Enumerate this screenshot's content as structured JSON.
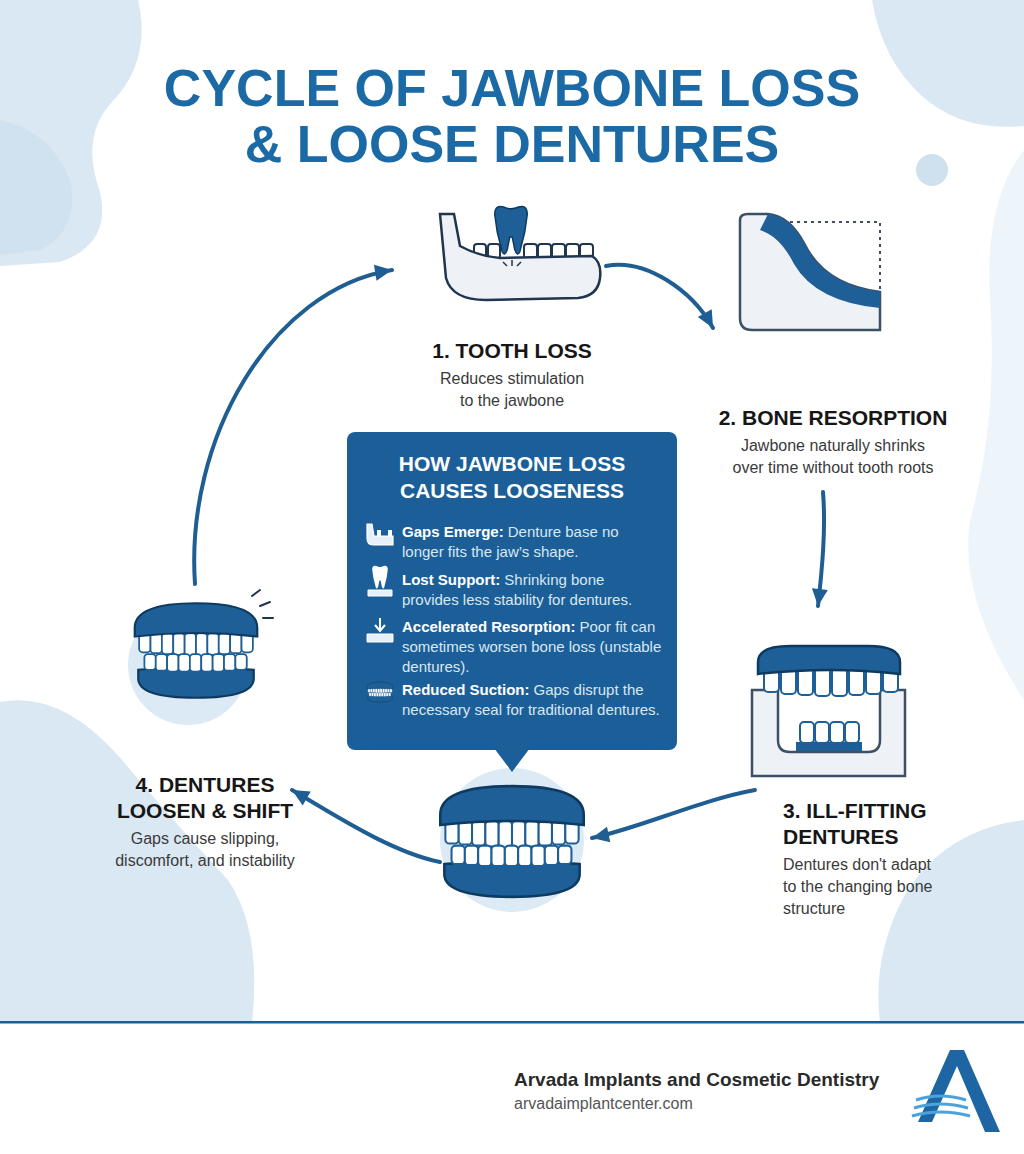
{
  "diagram": {
    "title": "CYCLE OF JAWBONE LOSS & LOOSE DENTURES",
    "nodes": [
      {
        "text": [
          "1. TOOTH LOSS",
          "Reduces stimulation to the jawbone"
        ]
      },
      {
        "text": [
          "2. BONE RESORPTION",
          "Jawbone naturally shrinks over time without tooth roots"
        ]
      },
      {
        "text": [
          "3. ILL-FITTING DENTURES",
          "Dentures don't adapt to the changing bone structure"
        ]
      },
      {
        "text": [
          "4. DENTURES LOOSEN & SHIFT",
          "Gaps cause slipping, discomfort, and instability"
        ]
      },
      {
        "text": [
          "HOW JAWBONE LOSS CAUSES LOOSENESS",
          "Gaps Emerge:",
          "Denture base no longer fits the jaw’s shape.",
          "Lost Support:",
          "Shrinking bone provides less stability for dentures.",
          "Accelerated Resorption:",
          "Poor fit can sometimes worsen bone loss (unstable dentures).",
          "Reduced Suction:",
          "Gaps disrupt the necessary seal for traditional dentures."
        ]
      }
    ],
    "edges": [
      {
        "from": 0,
        "to": 1,
        "arrow": "to"
      },
      {
        "from": 1,
        "to": 2,
        "arrow": "to"
      },
      {
        "from": 2,
        "to": 3,
        "arrow": "to"
      },
      {
        "from": 3,
        "to": 0,
        "arrow": "to"
      }
    ],
    "labels": [
      "Arvada Implants and Cosmetic Dentistry",
      "arvadaimplantcenter.com"
    ]
  }
}
